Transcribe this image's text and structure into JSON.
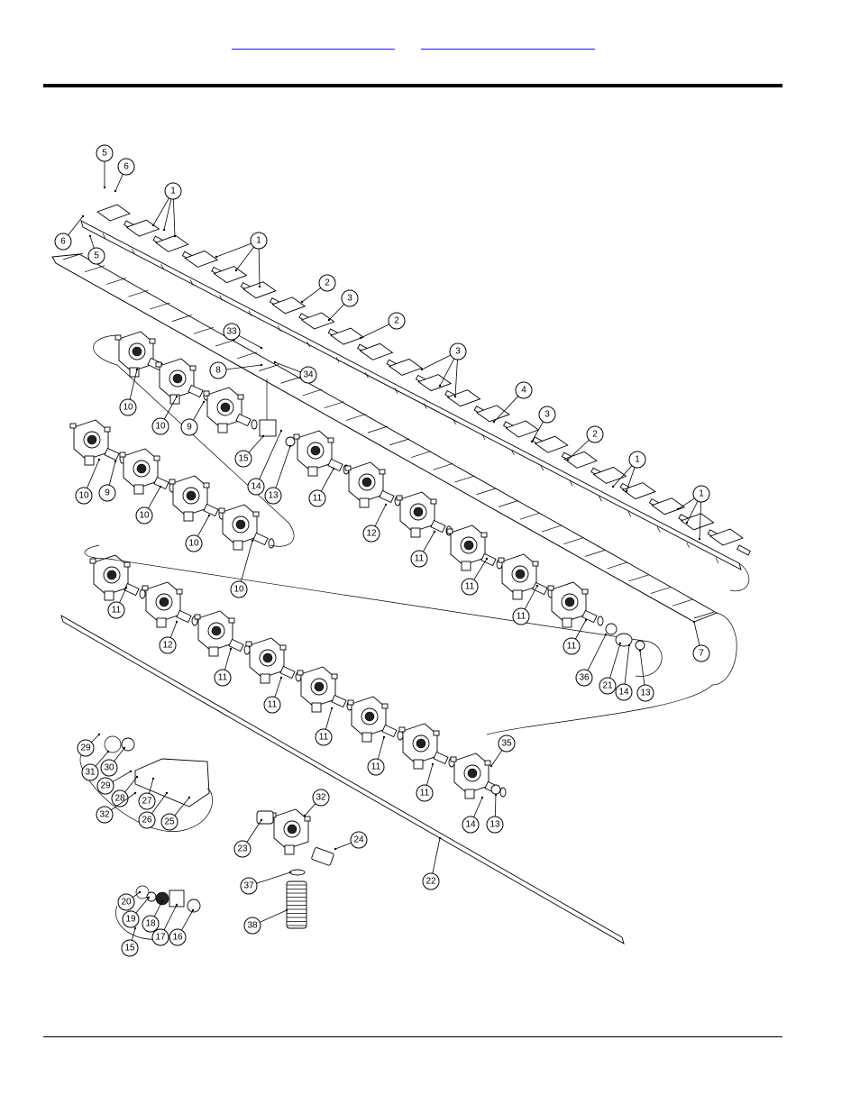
{
  "header": {
    "link_left": "",
    "link_right": ""
  },
  "callouts": [
    "1",
    "2",
    "3",
    "4",
    "5",
    "6",
    "7",
    "8",
    "9",
    "10",
    "11",
    "12",
    "13",
    "14",
    "15",
    "16",
    "17",
    "18",
    "19",
    "20",
    "21",
    "22",
    "23",
    "24",
    "25",
    "26",
    "27",
    "28",
    "29",
    "30",
    "31",
    "32",
    "33",
    "34",
    "35",
    "36",
    "37",
    "38"
  ]
}
